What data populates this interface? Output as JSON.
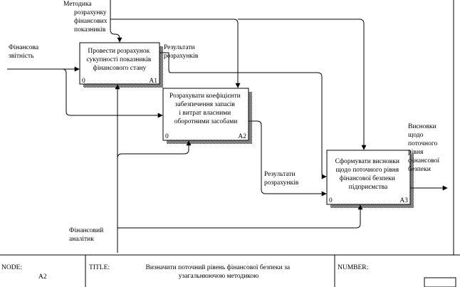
{
  "boxes": [
    {
      "id": "A1",
      "lines": [
        "Провести розрахунок",
        "сукупності показників",
        "фінансового стану"
      ],
      "num": "0",
      "label": "A1"
    },
    {
      "id": "A2",
      "lines": [
        "Розрахувати коефіцієнти",
        "забезпечення запасів",
        "і витрат власними",
        "оборотними засобами"
      ],
      "num": "0",
      "label": "A2"
    },
    {
      "id": "A3",
      "lines": [
        "Сформувати висновки",
        "щодо поточного рівня",
        "фінансової безпеки",
        "підприємства"
      ],
      "num": "0",
      "label": "A3"
    }
  ],
  "labels": {
    "method": [
      "Методика",
      "розрахунку",
      "фінансових",
      "показників"
    ],
    "fin_report": [
      "Фінансова",
      "звітність"
    ],
    "results1": [
      "Результати",
      "розрахунків"
    ],
    "results2": [
      "Результати",
      "розрахунків"
    ],
    "conclusions": [
      "Висновки",
      "щодо",
      "поточного",
      "рівня",
      "фінансової",
      "безпеки"
    ],
    "analyst": [
      "Фінансовий",
      "аналітик"
    ]
  },
  "footer": {
    "node_label": "NODE:",
    "node_value": "A2",
    "title_label": "TITLE:",
    "title_lines": [
      "Визначити поточний рівень фінансової безпеки за",
      "узагальнюючою методикою"
    ],
    "number_label": "NUMBER:"
  }
}
